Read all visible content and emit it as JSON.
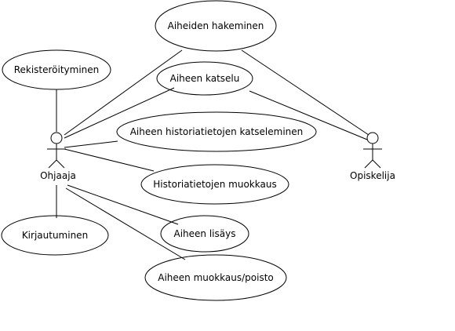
{
  "actors": {
    "ohjaaja": "Ohjaaja",
    "opiskelija": "Opiskelija"
  },
  "use_cases": {
    "aiheiden_hakeminen": "Aiheiden hakeminen",
    "rekisteroityminen": "Rekisteröityminen",
    "aiheen_katselu": "Aiheen katselu",
    "historiatietojen_katseleminen": "Aiheen historiatietojen katseleminen",
    "historiatietojen_muokkaus": "Historiatietojen muokkaus",
    "kirjautuminen": "Kirjautuminen",
    "aiheen_lisays": "Aiheen lisäys",
    "aiheen_muokkaus_poisto": "Aiheen muokkaus/poisto"
  }
}
